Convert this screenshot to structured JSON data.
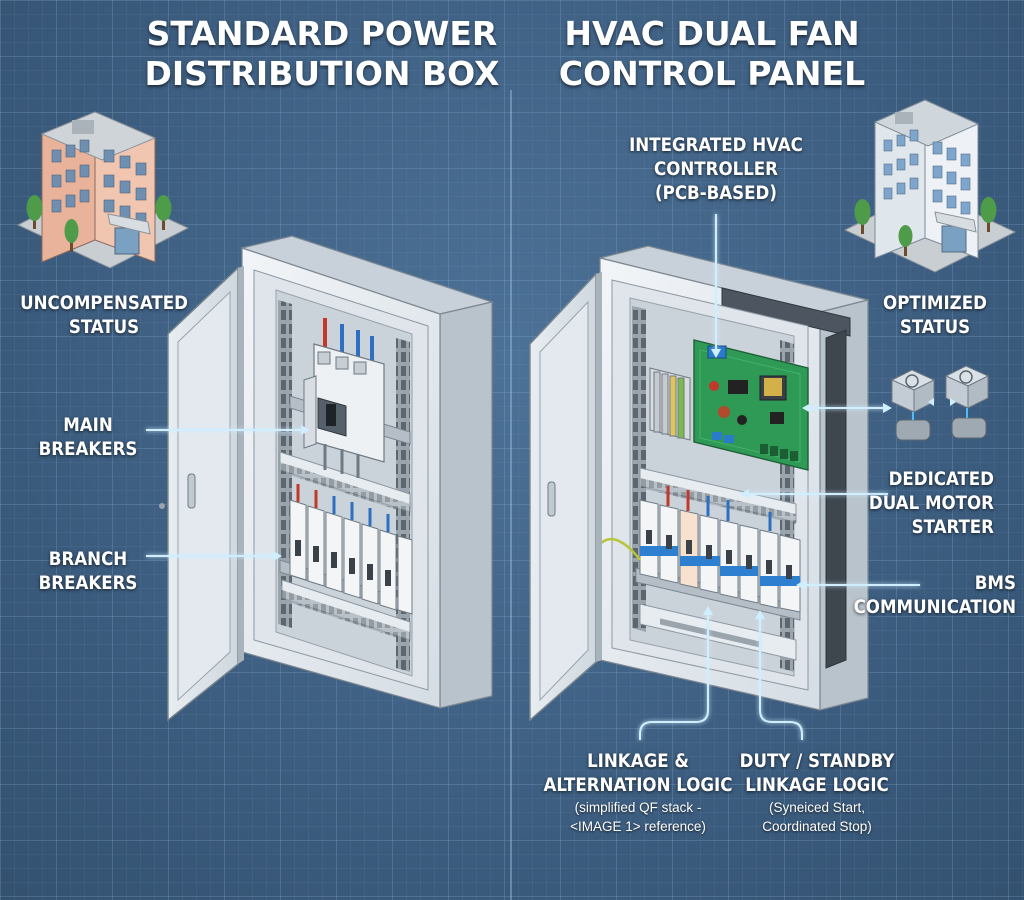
{
  "left_title": "STANDARD POWER\nDISTRIBUTION BOX",
  "right_title": "HVAC DUAL FAN\nCONTROL PANEL",
  "labels": {
    "uncompensated": "UNCOMPENSATED\nSTATUS",
    "main_breakers": "MAIN\nBREAKERS",
    "branch_breakers": "BRANCH\nBREAKERS",
    "integrated_controller": "INTEGRATED HVAC\nCONTROLLER\n(PCB-BASED)",
    "optimized": "OPTIMIZED\nSTATUS",
    "dual_motor": "DEDICATED\nDUAL MOTOR\nSTARTER",
    "bms": "BMS\nCOMMUNICATION",
    "linkage_title": "LINKAGE &\nALTERNATION LOGIC",
    "linkage_sub": "(simplified QF stack -\n<IMAGE 1> reference)",
    "duty_title": "DUTY / STANDBY\nLINKAGE LOGIC",
    "duty_sub": "(Syneiced Start,\nCoordinated Stop)"
  },
  "colors": {
    "background": "#3f6185",
    "callout_line": "#cfeeff",
    "cabinet": "#e9eef2",
    "pcb": "#2e9a55"
  }
}
